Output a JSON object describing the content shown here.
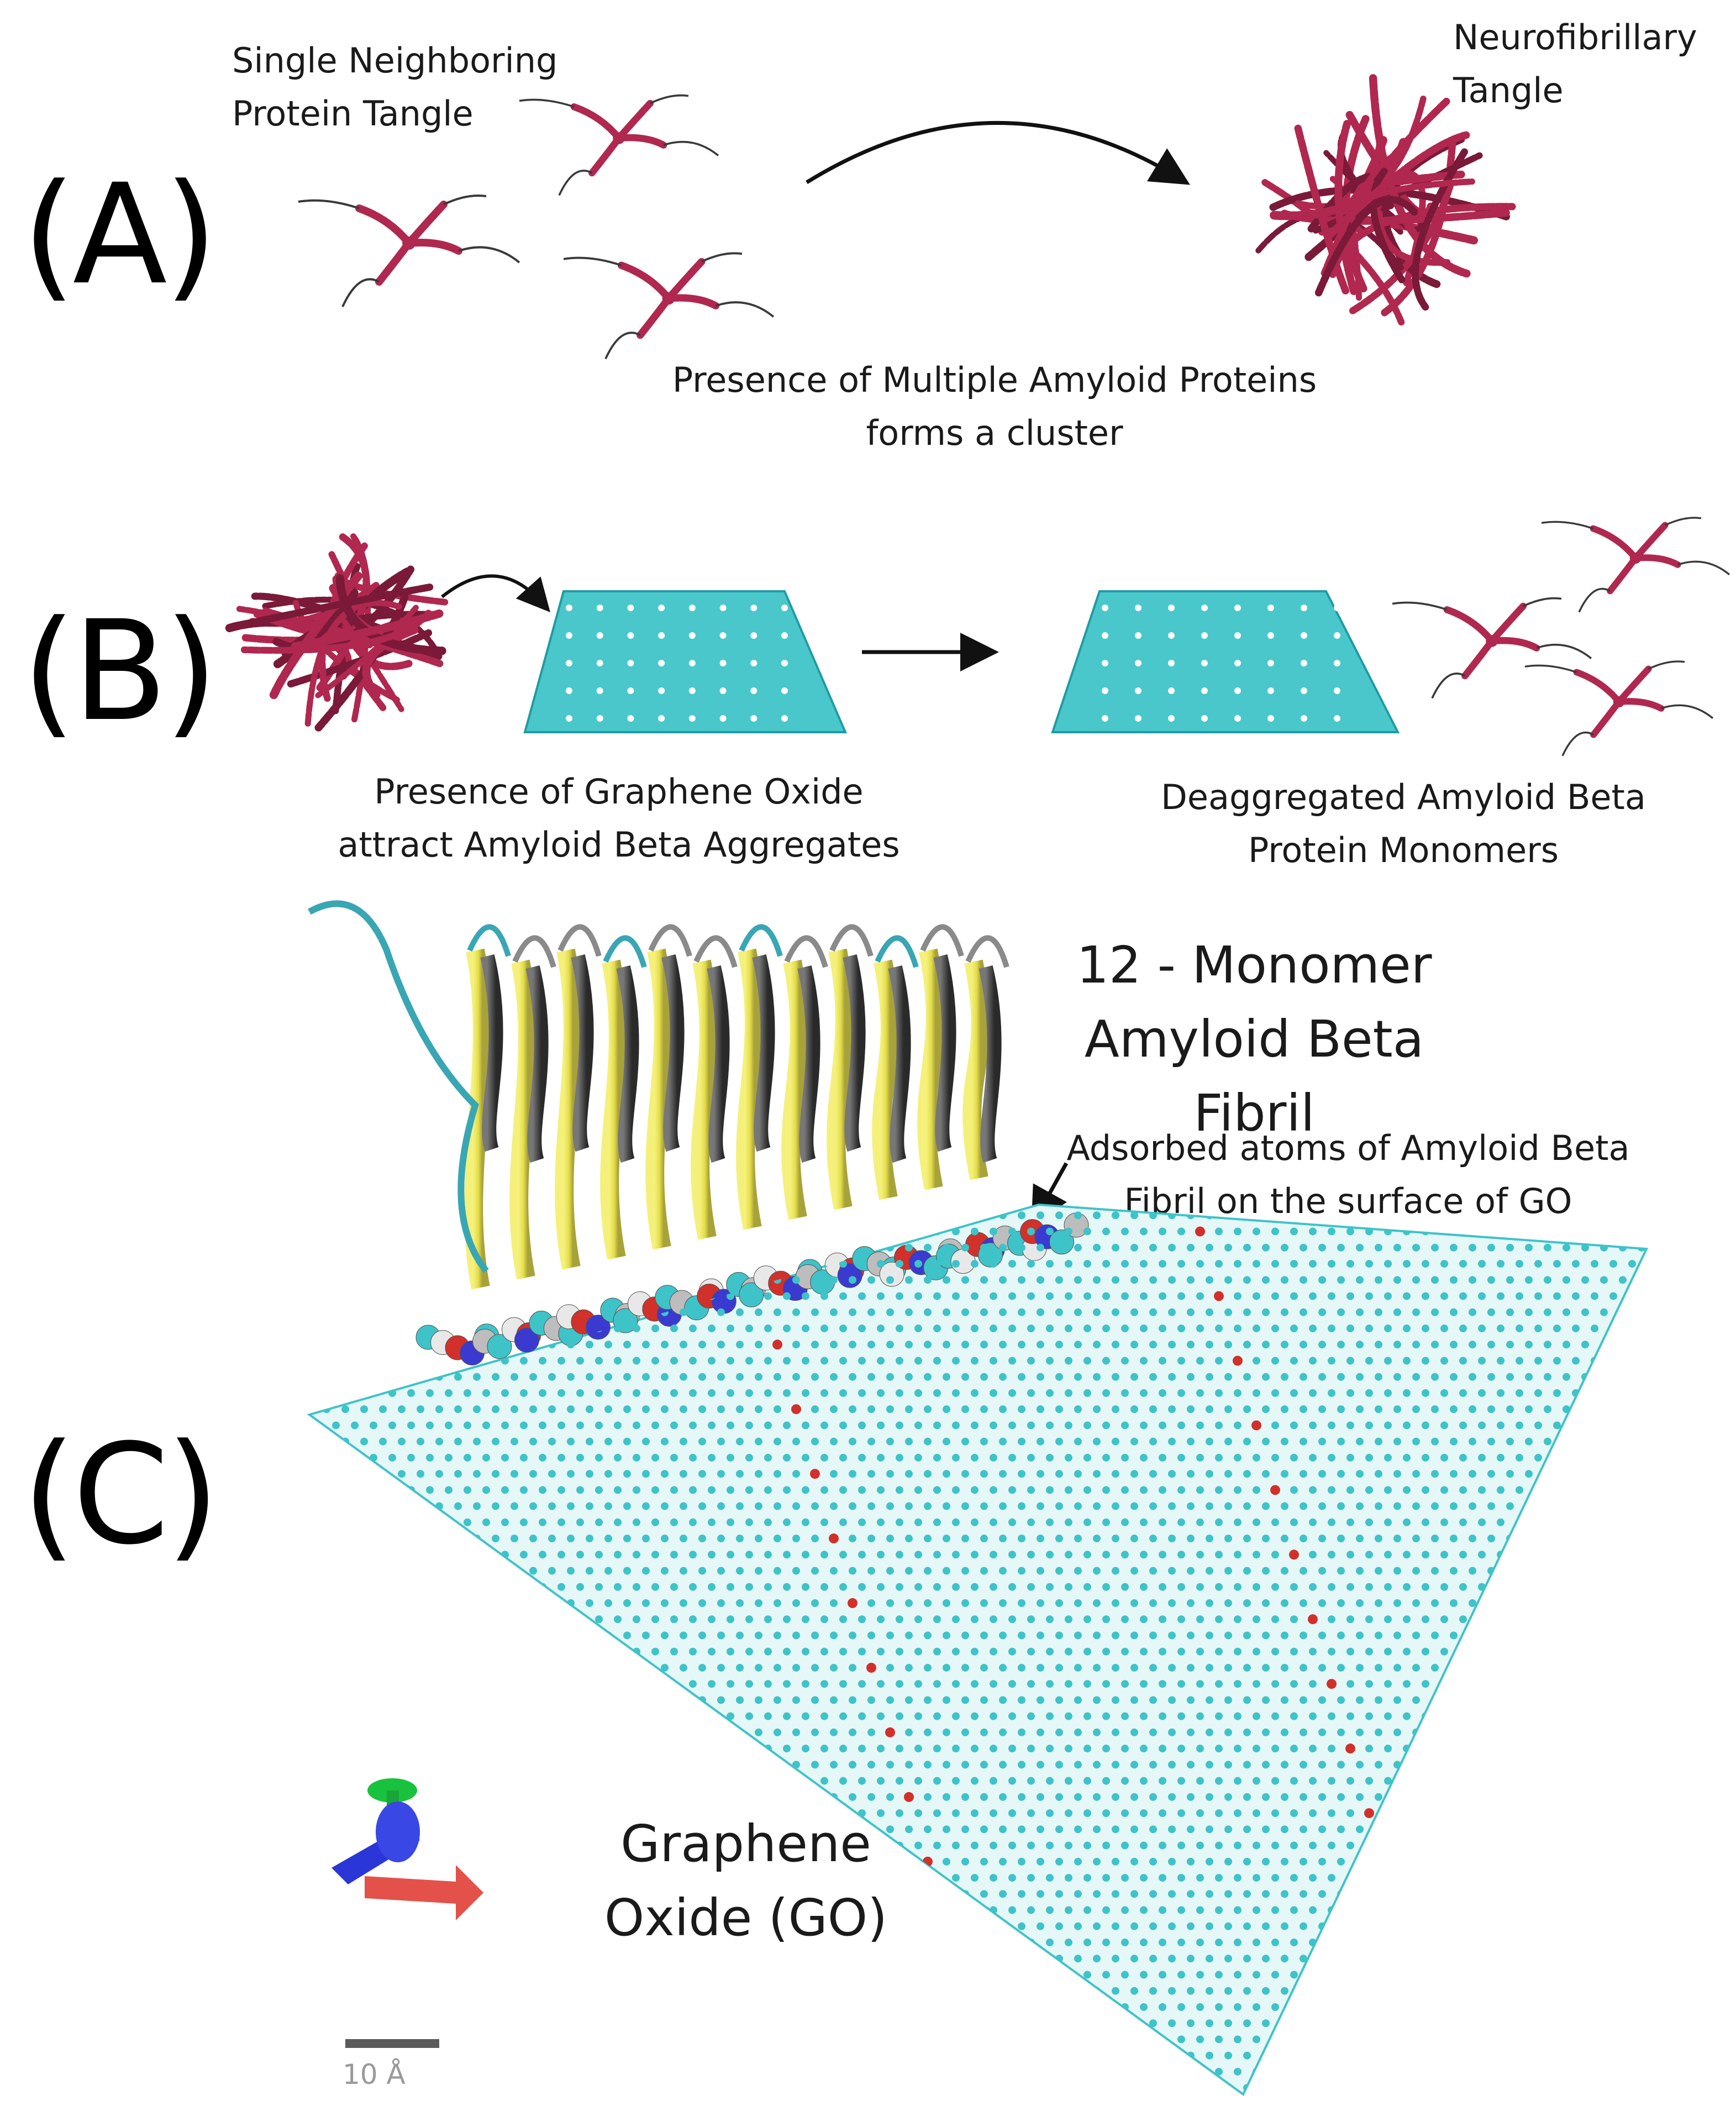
{
  "panels": {
    "a": {
      "letter": "(A)",
      "left_caption": [
        "Single Neighboring",
        "Protein Tangle"
      ],
      "right_caption": [
        "Neurofibrillary",
        "Tangle"
      ],
      "center_caption": [
        "Presence of Multiple Amyloid Proteins",
        "forms a cluster"
      ]
    },
    "b": {
      "letter": "(B)",
      "left_caption": [
        "Presence of Graphene Oxide",
        "attract Amyloid Beta Aggregates"
      ],
      "right_caption": [
        "Deaggregated Amyloid Beta",
        "Protein Monomers"
      ]
    },
    "c": {
      "letter": "(C)",
      "fibril_label": [
        "12 - Monomer",
        "Amyloid Beta Fibril"
      ],
      "adsorbed_label": [
        "Adsorbed atoms of Amyloid Beta",
        "Fibril on the surface of GO"
      ],
      "go_label": [
        "Graphene",
        "Oxide (GO)"
      ],
      "scale_bar": "10 Å"
    }
  },
  "colors": {
    "protein": "#b0284f",
    "protein_dark": "#7a1a38",
    "tail": "#3a3a3a",
    "graphene": "#3ec3c8",
    "oxygen": "#d2302a",
    "sheet_yellow": "#e9e45a",
    "sheet_dark": "#4a4a3a",
    "loop_cyan": "#39a6b4"
  },
  "icons": {
    "axes": "xyz-orientation-axes-icon",
    "arrow": "arrow-icon"
  }
}
